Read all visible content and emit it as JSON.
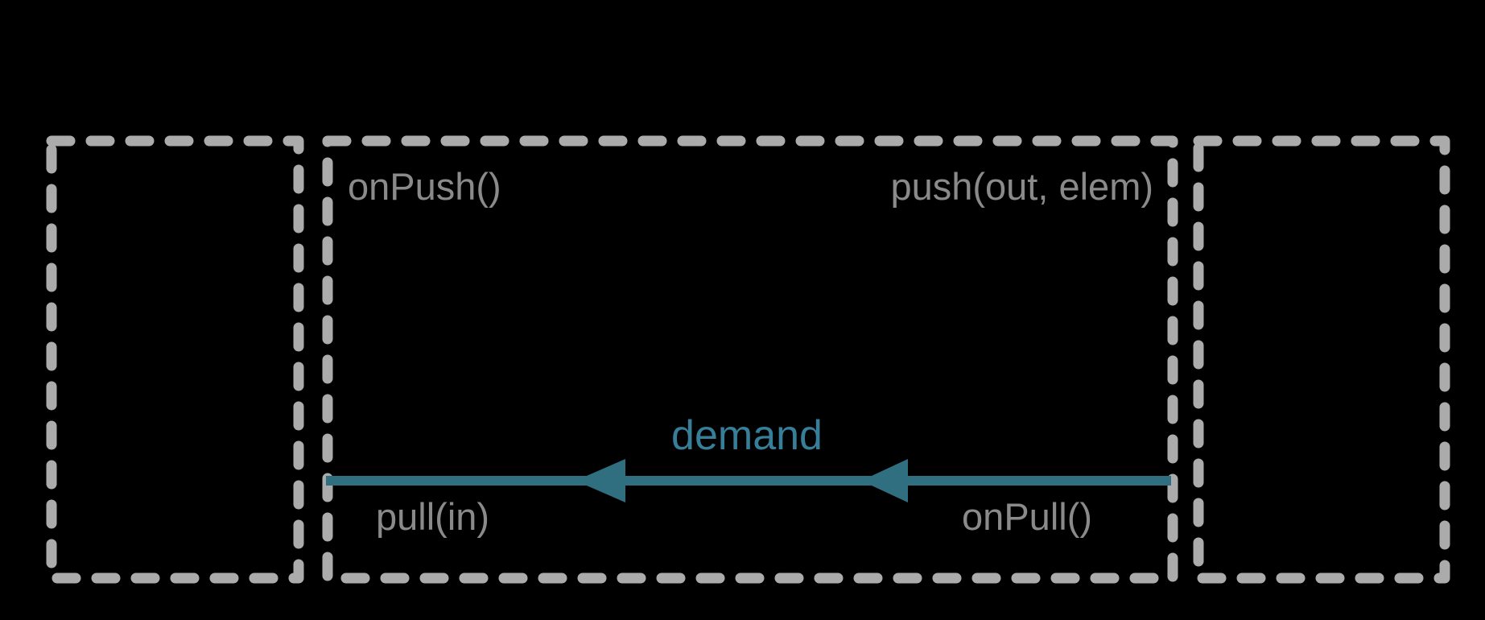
{
  "stage_box": {
    "top_left_label": "onPush()",
    "top_right_label": "push(out, elem)",
    "bottom_left_label": "pull(in)",
    "bottom_right_label": "onPull()"
  },
  "demand_arrow": {
    "label": "demand",
    "direction": "left",
    "arrowhead_icon": "left-pointing-triangle",
    "arrowhead_count": 2
  },
  "colors": {
    "background": "#000000",
    "dashed_border": "#ABABAB",
    "label_text": "#8A8A8A",
    "arrow": "#2F6F80",
    "arrow_label": "#377E99"
  }
}
